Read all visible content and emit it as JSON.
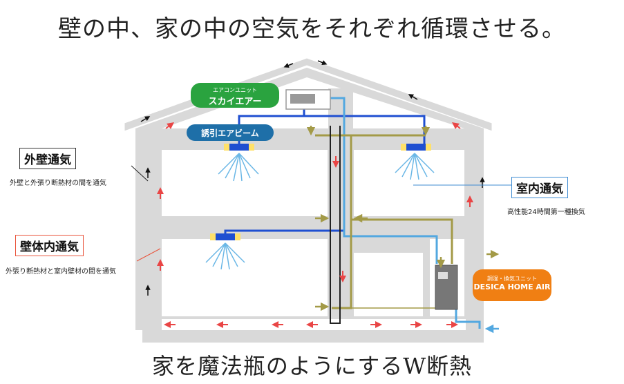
{
  "title": "壁の中、家の中の空気をそれぞれ循環させる。",
  "footer": "家を魔法瓶のようにするW断熱",
  "labels": {
    "outer_wall": {
      "title": "外壁通気",
      "caption": "外壁と外張り断熱材の間を通気"
    },
    "inner_wall": {
      "title": "壁体内通気",
      "caption": "外張り断熱材と室内壁材の間を通気"
    },
    "indoor": {
      "title": "室内通気",
      "caption": "高性能24時間第一種換気"
    }
  },
  "units": {
    "aircon": {
      "small": "エアコンユニット",
      "big": "スカイエアー"
    },
    "beam": {
      "big": "誘引エアビーム"
    },
    "desica": {
      "small": "調湿・換気ユニット",
      "big": "DESICA HOME AIR"
    }
  },
  "colors": {
    "house": "#d9d9d9",
    "green_pill": "#2aa33f",
    "blue_pill": "#1e6fa8",
    "orange_pill": "#f07f13",
    "duct_blue": "#1f4fd1",
    "duct_light": "#53a8e0",
    "duct_olive": "#a39a47",
    "arrow_red": "#e94545",
    "label_border_blue": "#3d8bd2",
    "label_border_red": "#e9533a"
  }
}
